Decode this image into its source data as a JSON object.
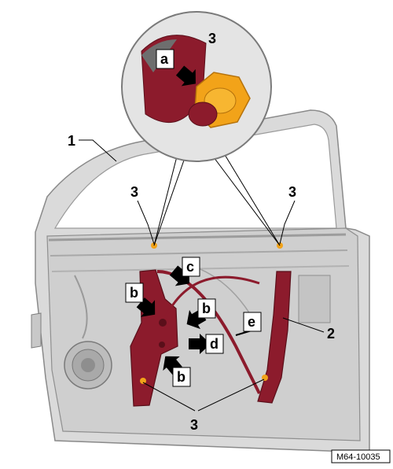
{
  "figure_code": "M64-10035",
  "callouts": {
    "part_1": "1",
    "part_2": "2",
    "part_3_zoom": "3",
    "part_3_left": "3",
    "part_3_right": "3",
    "part_3_bottom": "3",
    "a": "a",
    "b_top_left": "b",
    "b_top_right": "b",
    "b_bottom": "b",
    "c": "c",
    "d": "d",
    "e": "e"
  },
  "colors": {
    "door_panel": "#d2d2d2",
    "door_outline": "#8a8a8a",
    "window_regulator": "#8c1b2c",
    "nut": "#f2a319",
    "zoom_bg": "#e6e6e6"
  }
}
